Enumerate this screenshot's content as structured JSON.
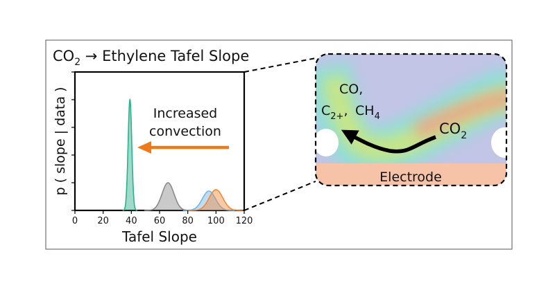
{
  "figure": {
    "title": {
      "prefix": "CO",
      "sub": "2",
      "suffix": " → Ethylene Tafel Slope"
    },
    "legend_note": {
      "line1": "Increased",
      "line2": "convection"
    },
    "colors": {
      "teal": "#2bb08a",
      "gray": "#8a8a8a",
      "blue": "#74b3e6",
      "orange": "#f08a3a",
      "arrow": "#ef7a1a",
      "electrode": "#f6c3a8"
    },
    "inset": {
      "species_top": "CO,",
      "species_c2": {
        "main": "C",
        "sub": "2+",
        "tail": ","
      },
      "species_ch4": {
        "main": "CH",
        "sub": "4"
      },
      "reactant": {
        "main": "CO",
        "sub": "2"
      },
      "electrode_label": "Electrode"
    }
  },
  "chart_data": {
    "type": "area",
    "title": "CO2 → Ethylene Tafel Slope",
    "xlabel": "Tafel Slope",
    "ylabel": "p ( slope | data )",
    "xlim": [
      0,
      120
    ],
    "ylim": [
      0,
      1
    ],
    "xticks": [
      0,
      20,
      40,
      60,
      80,
      100,
      120
    ],
    "grid": false,
    "series": [
      {
        "color": "#2bb08a",
        "center": 39,
        "width": 1.3,
        "peak": 0.8
      },
      {
        "color": "#8a8a8a",
        "center": 66,
        "width": 4.2,
        "peak": 0.2
      },
      {
        "color": "#74b3e6",
        "center": 95,
        "width": 4.6,
        "peak": 0.14
      },
      {
        "color": "#f08a3a",
        "center": 100,
        "width": 4.8,
        "peak": 0.15
      }
    ]
  }
}
